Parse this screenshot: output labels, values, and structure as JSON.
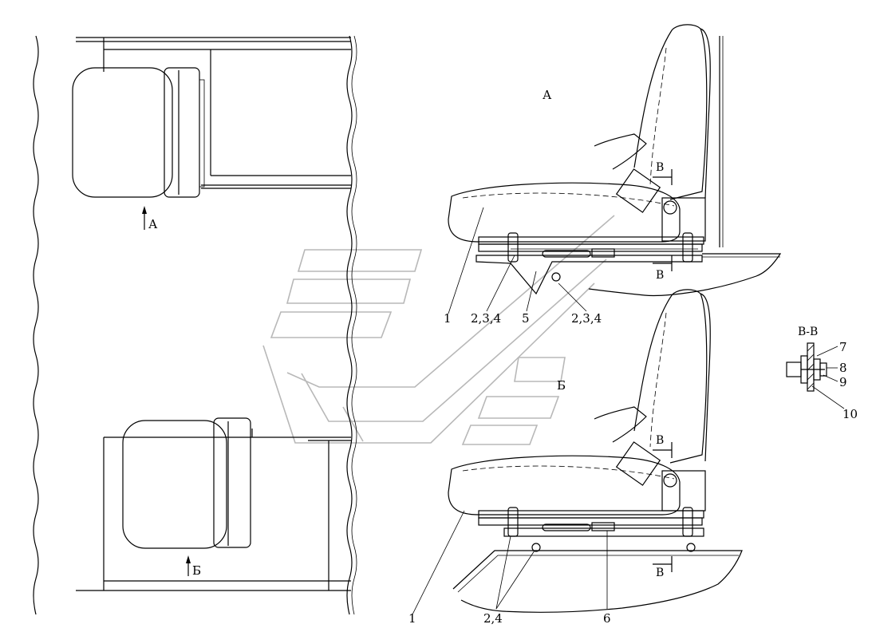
{
  "view_labels": {
    "a": "А",
    "b": "Б",
    "view_a_arrow": "А",
    "view_b_arrow": "Б"
  },
  "section": {
    "title": "В-В",
    "mark": "В"
  },
  "callouts": {
    "p1_top": "1",
    "p234_left": "2,3,4",
    "p5": "5",
    "p234_right": "2,3,4",
    "p1_bottom": "1",
    "p24": "2,4",
    "p6": "6",
    "p7": "7",
    "p8": "8",
    "p9": "9",
    "p10": "10"
  },
  "colors": {
    "line": "#000000",
    "watermark": "#b8b8b8",
    "background": "#ffffff"
  }
}
